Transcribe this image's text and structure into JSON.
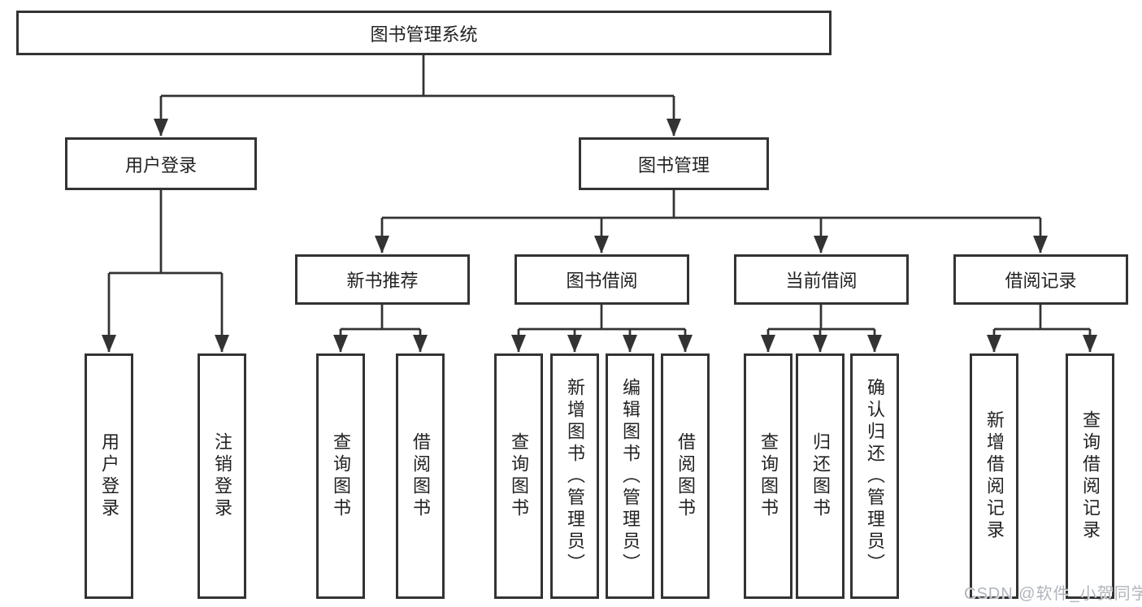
{
  "tree": {
    "label": "图书管理系统",
    "children": [
      {
        "label": "用户登录",
        "children": [
          {
            "label": "用户登录"
          },
          {
            "label": "注销登录"
          }
        ]
      },
      {
        "label": "图书管理",
        "children": [
          {
            "label": "新书推荐",
            "children": [
              {
                "label": "查询图书"
              },
              {
                "label": "借阅图书"
              }
            ]
          },
          {
            "label": "图书借阅",
            "children": [
              {
                "label": "查询图书"
              },
              {
                "label": "新增图书（管理员）"
              },
              {
                "label": "编辑图书（管理员）"
              },
              {
                "label": "借阅图书"
              }
            ]
          },
          {
            "label": "当前借阅",
            "children": [
              {
                "label": "查询图书"
              },
              {
                "label": "归还图书"
              },
              {
                "label": "确认归还（管理员）"
              }
            ]
          },
          {
            "label": "借阅记录",
            "children": [
              {
                "label": "新增借阅记录"
              },
              {
                "label": "查询借阅记录"
              }
            ]
          }
        ]
      }
    ]
  },
  "watermark": {
    "text": "CSDN @软件_小贺同学"
  },
  "colors": {
    "line": "#333333",
    "box_border": "#333333",
    "box_background": "#ffffff",
    "text": "#222222",
    "watermark": "#b0b5bc"
  }
}
